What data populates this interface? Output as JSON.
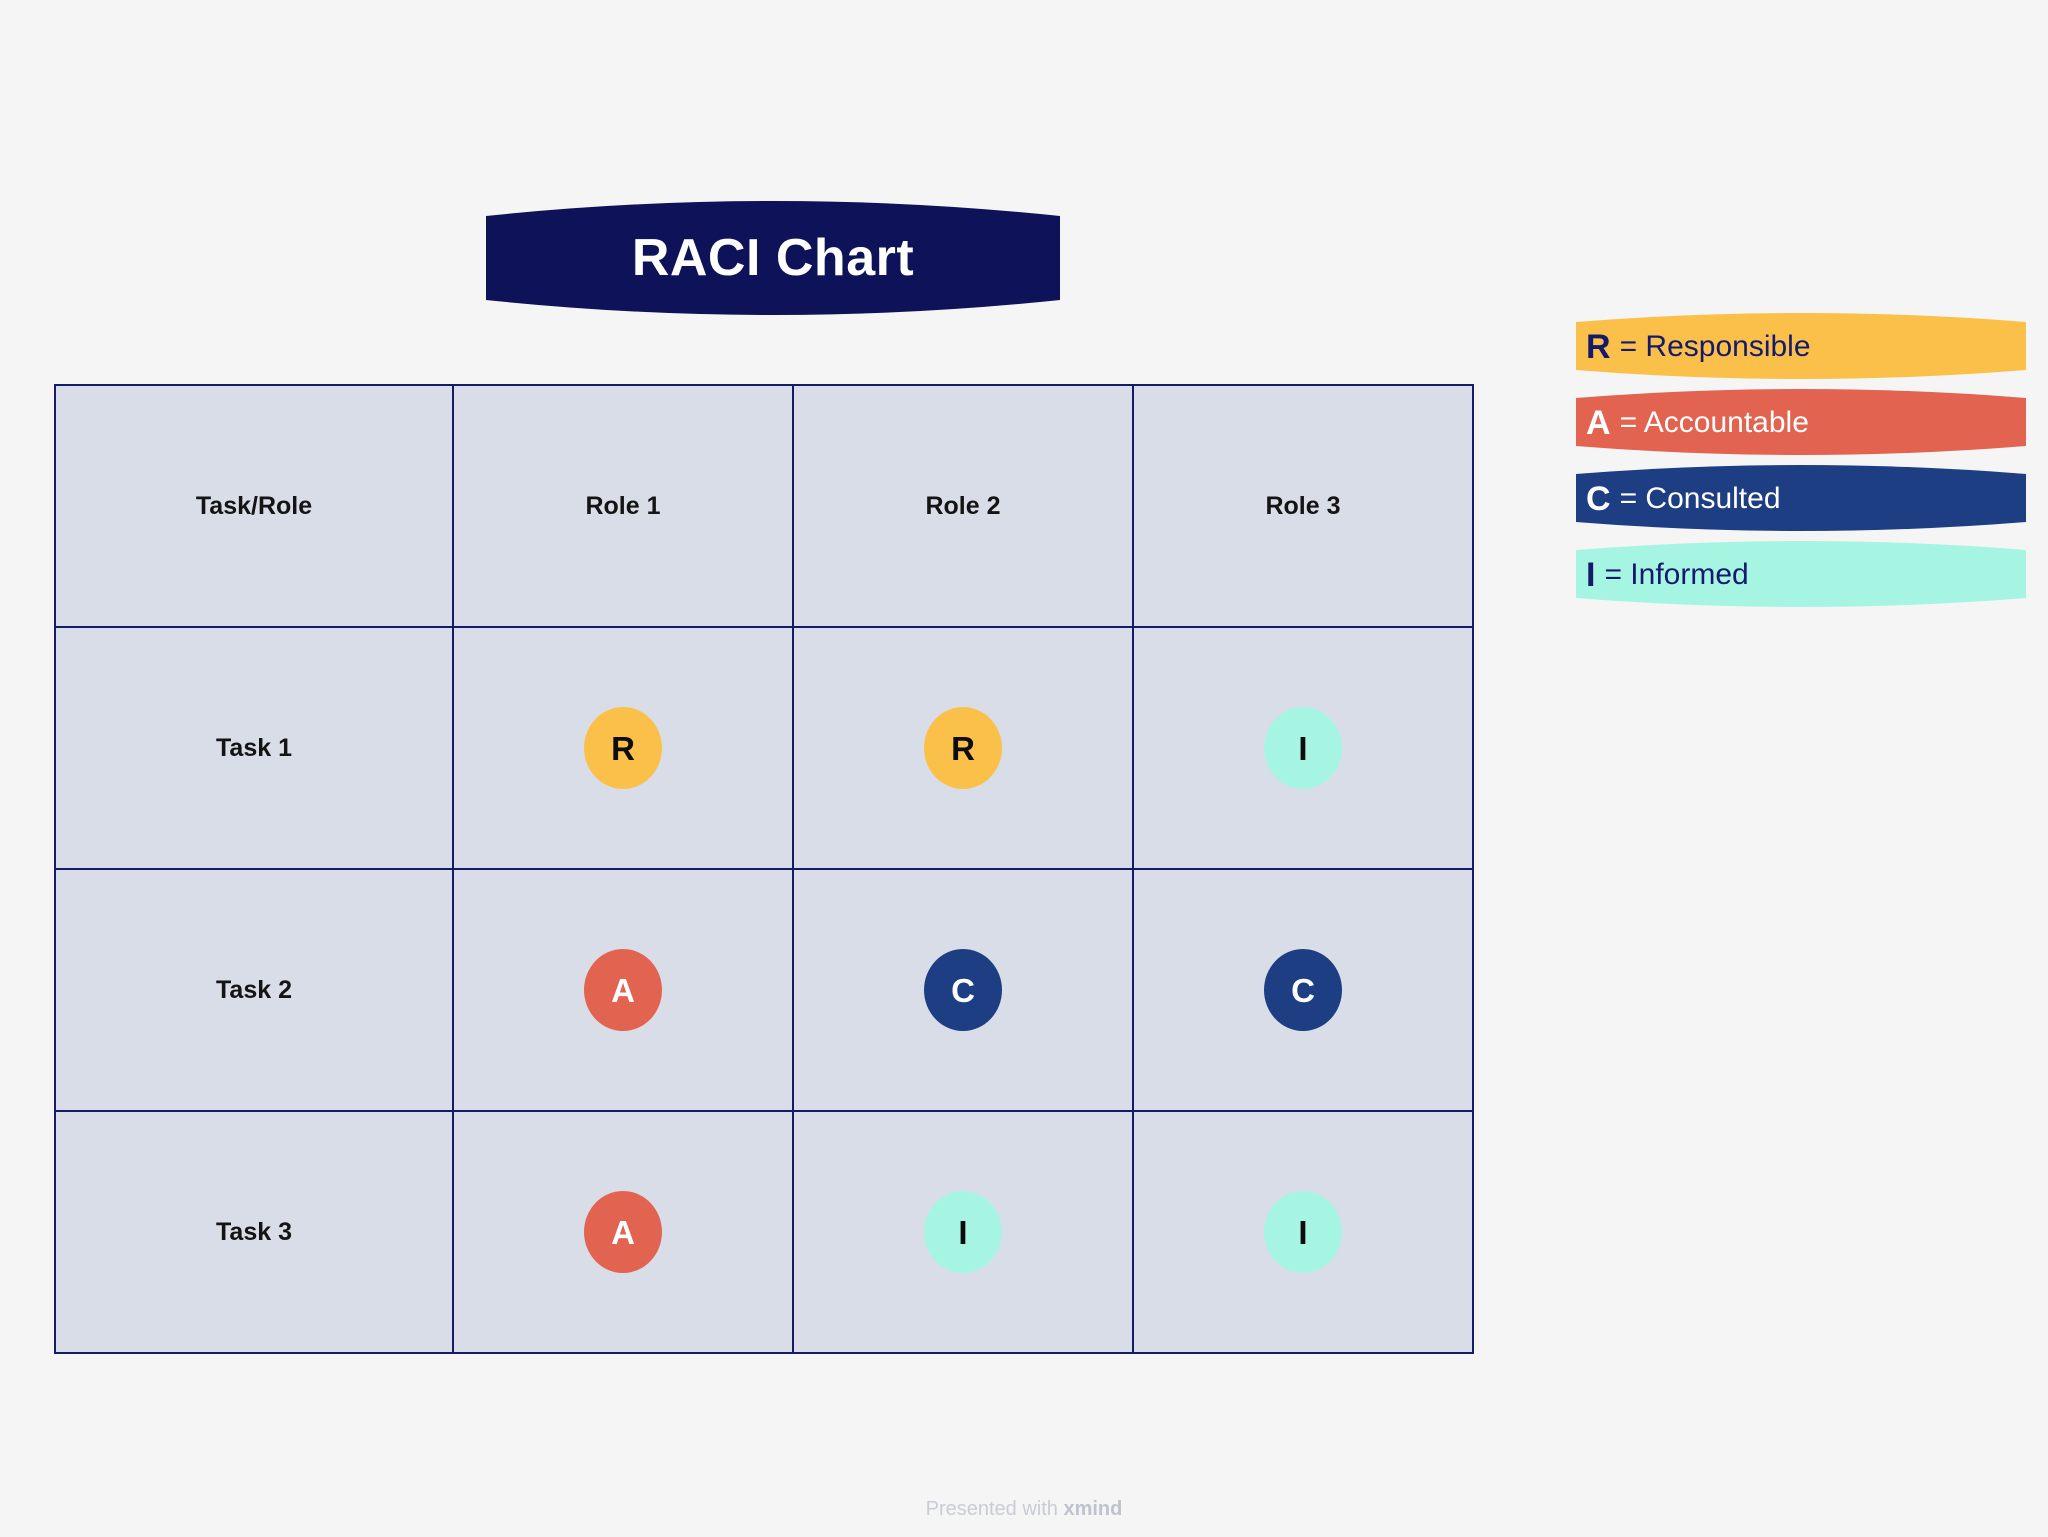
{
  "title": {
    "text": "RACI Chart",
    "banner_color": "#0E1259",
    "text_color": "#FFFFFF"
  },
  "background_color": "#F5F5F5",
  "table": {
    "border_color": "#151B6B",
    "cell_background": "#D9DDE8",
    "columns": [
      "Task/Role",
      "Role 1",
      "Role 2",
      "Role 3"
    ],
    "rows": [
      {
        "task": "Task 1",
        "cells": [
          "R",
          "R",
          "I"
        ]
      },
      {
        "task": "Task 2",
        "cells": [
          "A",
          "C",
          "C"
        ]
      },
      {
        "task": "Task 3",
        "cells": [
          "A",
          "I",
          "I"
        ]
      }
    ]
  },
  "legend": {
    "items": [
      {
        "key": "R",
        "desc": "= Responsible",
        "bg": "#FBC04A",
        "text": "#151B6B",
        "tone": "dark"
      },
      {
        "key": "A",
        "desc": "= Accountable",
        "bg": "#E2634F",
        "text": "#FFFFFF",
        "tone": "light"
      },
      {
        "key": "C",
        "desc": "= Consulted",
        "bg": "#1E3E83",
        "text": "#FFFFFF",
        "tone": "light"
      },
      {
        "key": "I",
        "desc": "= Informed",
        "bg": "#A6F5E3",
        "text": "#151B6B",
        "tone": "dark"
      }
    ]
  },
  "role_colors": {
    "R": {
      "bg": "#FBC04A",
      "fg": "#0D0D0D"
    },
    "A": {
      "bg": "#E2634F",
      "fg": "#FFFFFF"
    },
    "C": {
      "bg": "#1E3E83",
      "fg": "#FFFFFF"
    },
    "I": {
      "bg": "#A6F5E3",
      "fg": "#0D0D0D"
    }
  },
  "footer": {
    "prefix": "Presented with ",
    "brand": "xmind"
  },
  "chart_data": {
    "type": "table",
    "title": "RACI Chart",
    "categories": [
      "Role 1",
      "Role 2",
      "Role 3"
    ],
    "row_labels": [
      "Task 1",
      "Task 2",
      "Task 3"
    ],
    "column_headers": [
      "Task/Role",
      "Role 1",
      "Role 2",
      "Role 3"
    ],
    "values": [
      [
        "R",
        "R",
        "I"
      ],
      [
        "A",
        "C",
        "C"
      ],
      [
        "A",
        "I",
        "I"
      ]
    ],
    "legend": [
      "R = Responsible",
      "A = Accountable",
      "C = Consulted",
      "I = Informed"
    ],
    "grid": true,
    "legend_position": "right"
  }
}
